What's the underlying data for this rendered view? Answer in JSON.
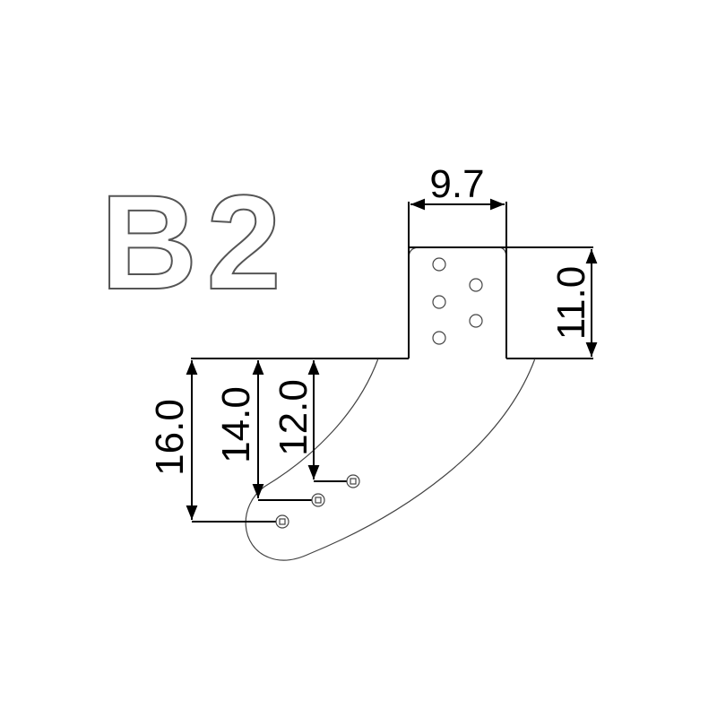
{
  "title": "B2",
  "dimensions": {
    "width_top": "9.7",
    "height_right": "11.0",
    "depth_1": "16.0",
    "depth_2": "14.0",
    "depth_3": "12.0"
  }
}
